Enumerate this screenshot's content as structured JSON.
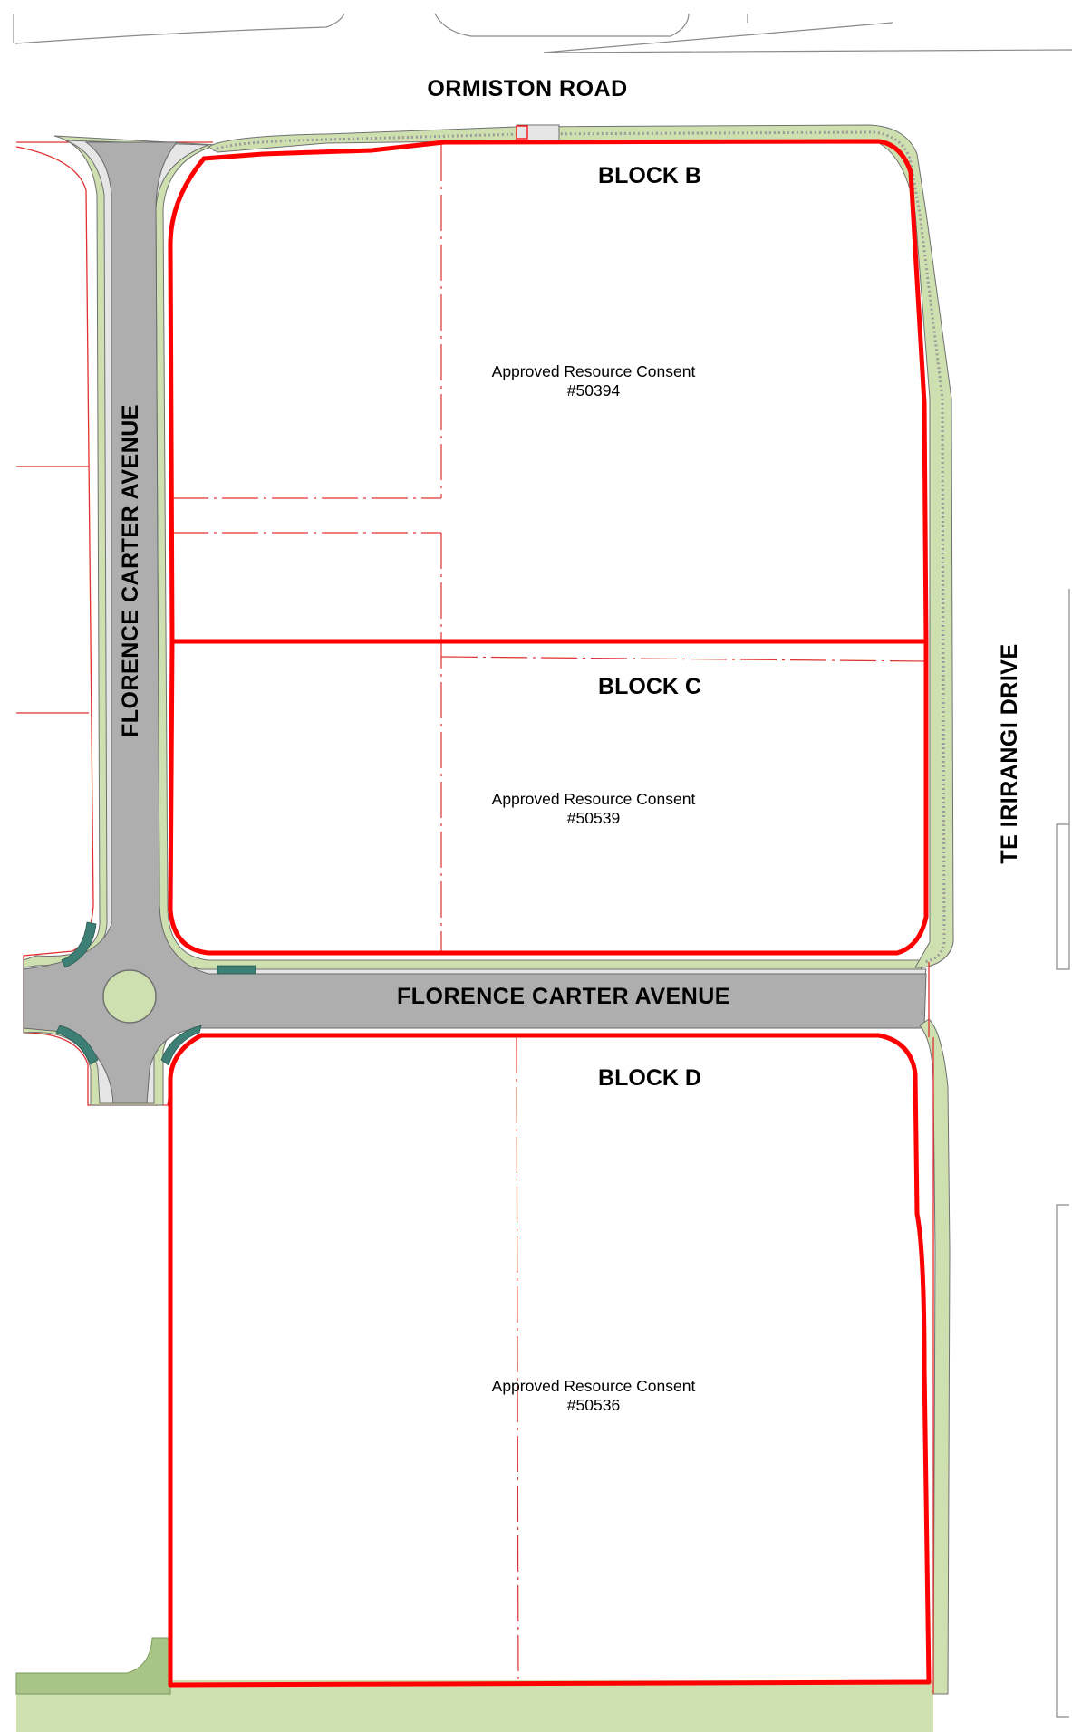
{
  "roads": {
    "north": "ORMISTON ROAD",
    "west": "FLORENCE CARTER AVENUE",
    "middle": "FLORENCE CARTER AVENUE",
    "east": "TE IRIRANGI DRIVE"
  },
  "blocks": [
    {
      "id": "B",
      "name": "BLOCK B",
      "consent_label": "Approved Resource Consent",
      "consent_number": "#50394"
    },
    {
      "id": "C",
      "name": "BLOCK C",
      "consent_label": "Approved Resource Consent",
      "consent_number": "#50539"
    },
    {
      "id": "D",
      "name": "BLOCK D",
      "consent_label": "Approved Resource Consent",
      "consent_number": "#50536"
    }
  ],
  "colors": {
    "block_boundary": "#ff0000",
    "lot_line": "#e03030",
    "road_surface": "#aeaeae",
    "berm": "#cfe0b0",
    "footpath": "#e6e6e6",
    "tree_pit": "#3d7f74",
    "kerb": "#707070"
  }
}
